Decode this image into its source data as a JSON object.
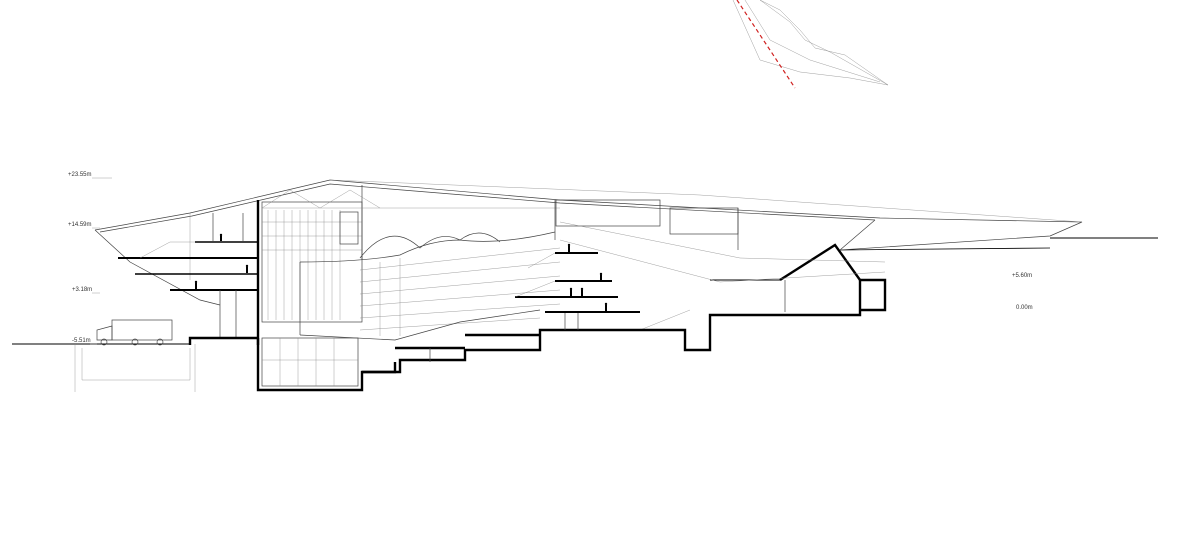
{
  "levels": {
    "roof": "+23.55m",
    "upper": "+14.59m",
    "mid": "+3.18m",
    "lower": "-5.51m",
    "right_upper": "+5.60m",
    "right_ground": "0.00m"
  },
  "colors": {
    "line": "#000000",
    "section_cut": "#000000",
    "key_plan_cut": "#d0201f",
    "background": "#ffffff"
  }
}
